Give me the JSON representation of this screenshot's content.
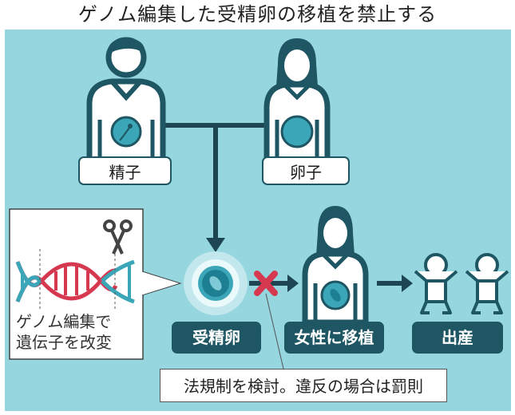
{
  "title": "ゲノム編集した受精卵の移植を禁止する",
  "labels": {
    "sperm": "精子",
    "egg": "卵子",
    "fertilized_egg": "受精卵",
    "implant": "女性に移植",
    "birth": "出産"
  },
  "callout": {
    "line1": "ゲノム編集で",
    "line2": "遺伝子を改変"
  },
  "note": "法規制を検討。違反の場合は罰則",
  "colors": {
    "background": "#95d6df",
    "dark_teal": "#1e5663",
    "dna_red": "#d6384f",
    "dna_teal": "#3aa6b8",
    "cross_red": "#d6384f"
  }
}
